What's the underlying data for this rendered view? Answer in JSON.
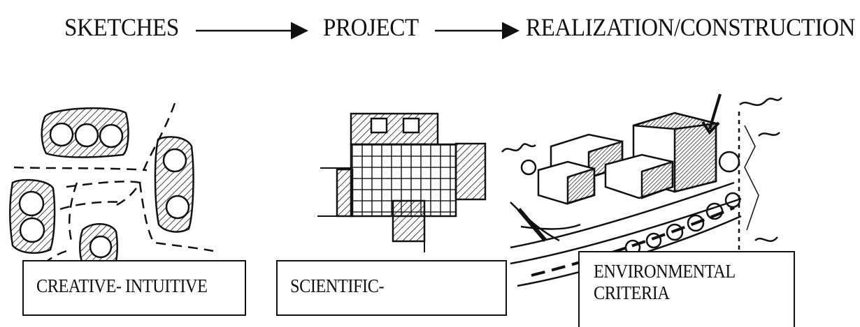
{
  "stages": [
    {
      "title": "SKETCHES",
      "caption": [
        "CREATIVE- INTUITIVE"
      ]
    },
    {
      "title": "PROJECT",
      "caption": [
        "SCIENTIFIC-"
      ]
    },
    {
      "title": "REALIZATION/CONSTRUCTION",
      "caption": [
        "ENVIRONMENTAL",
        "CRITERIA"
      ]
    }
  ],
  "colors": {
    "ink": "#111111",
    "paper": "#ffffff"
  },
  "icons": [
    "right-arrow-icon",
    "right-arrow-icon"
  ]
}
